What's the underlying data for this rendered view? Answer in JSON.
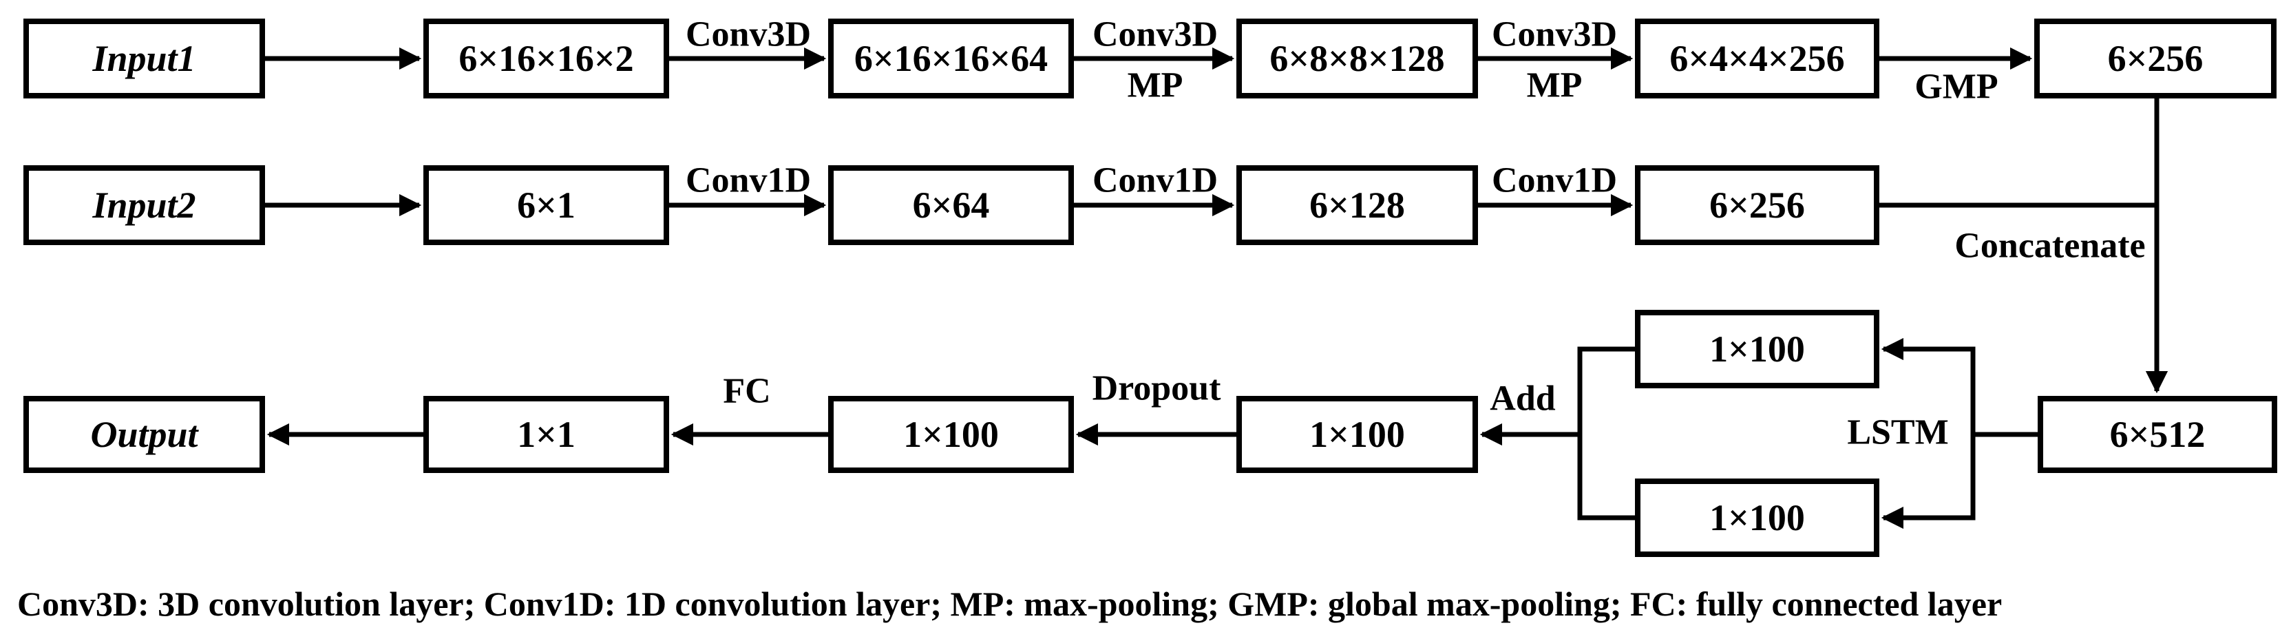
{
  "figure": {
    "type": "neural-network-architecture-diagram",
    "colors": {
      "ink": "#000000",
      "background": "#ffffff"
    }
  },
  "nodes": {
    "row1": {
      "input": "Input1",
      "b1": "6×16×16×2",
      "b2": "6×16×16×64",
      "b3": "6×8×8×128",
      "b4": "6×4×4×256",
      "b5": "6×256"
    },
    "row2": {
      "input": "Input2",
      "b1": "6×1",
      "b2": "6×64",
      "b3": "6×128",
      "b4": "6×256"
    },
    "row3": {
      "output": "Output",
      "b1": "1×1",
      "b2": "1×100",
      "b3": "1×100",
      "b4": "6×512",
      "lstm_forward": "1×100",
      "lstm_backward": "1×100"
    }
  },
  "edge_labels": {
    "conv3d_1": "Conv3D",
    "conv3d_2": "Conv3D",
    "mp_2": "MP",
    "conv3d_3": "Conv3D",
    "mp_3": "MP",
    "gmp": "GMP",
    "conv1d_1": "Conv1D",
    "conv1d_2": "Conv1D",
    "conv1d_3": "Conv1D",
    "concatenate": "Concatenate",
    "lstm": "LSTM",
    "add": "Add",
    "dropout": "Dropout",
    "fc": "FC"
  },
  "caption": "Conv3D: 3D convolution layer; Conv1D: 1D convolution layer; MP: max-pooling; GMP: global max-pooling; FC: fully connected layer"
}
